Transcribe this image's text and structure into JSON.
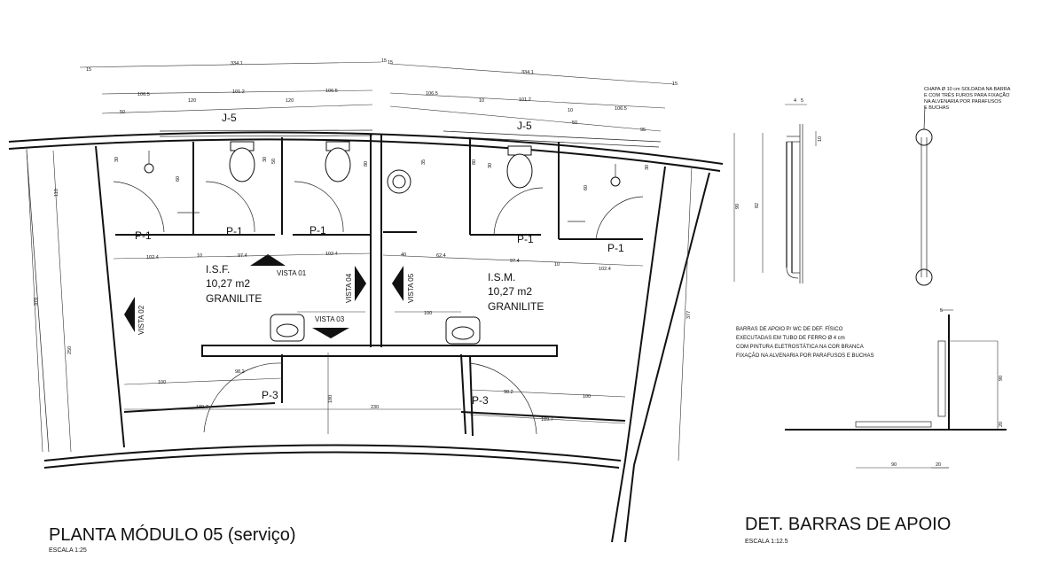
{
  "plan": {
    "title": "PLANTA MÓDULO 05 (serviço)",
    "scale": "ESCALA 1:25",
    "rooms": [
      {
        "name": "I.S.F.",
        "area": "10,27 m2",
        "finish": "GRANILITE"
      },
      {
        "name": "I.S.M.",
        "area": "10,27 m2",
        "finish": "GRANILITE"
      }
    ],
    "doors": [
      "P-1",
      "P-1",
      "P-1",
      "P-1",
      "P-1",
      "P-3",
      "P-3"
    ],
    "windows": [
      "J-5",
      "J-5"
    ],
    "views": [
      "VISTA 01",
      "VISTA 02",
      "VISTA 03",
      "VISTA 04",
      "VISTA 05"
    ],
    "dims_top": [
      "334.1",
      "334.1",
      "15",
      "15",
      "15",
      "15",
      "106.5",
      "101.2",
      "106.5",
      "106.5",
      "101.2",
      "106.5",
      "120",
      "120",
      "50",
      "95",
      "50",
      "10",
      "10"
    ],
    "dims_mid": [
      "102.4",
      "97.4",
      "102.4",
      "40",
      "62.4",
      "97.4",
      "102.4",
      "10",
      "10"
    ],
    "dims_low": [
      "100",
      "98.2",
      "189.7",
      "230",
      "180",
      "98.2",
      "100",
      "189.7",
      "100"
    ],
    "dims_side": [
      "370",
      "110",
      "250",
      "30",
      "30",
      "60",
      "80",
      "50",
      "35",
      "30",
      "60",
      "30",
      "80",
      "377"
    ]
  },
  "detail": {
    "title": "DET. BARRAS DE APOIO",
    "scale": "ESCALA 1:12.5",
    "note_top": [
      "CHAPA Ø 10 cm SOLDADA NA BARRA",
      "E COM TRÊS FUROS PARA FIXAÇÃO",
      "NA ALVENARIA POR PARAFUSOS",
      "E BUCHAS"
    ],
    "note_mid": [
      "BARRAS DE APOIO P/ WC DE DEF. FÍSICO",
      "EXECUTADAS EM TUBO DE FERRO Ø 4 cm",
      "COM PINTURA ELETROSTÁTICA NA COR BRANCA",
      "FIXAÇÃO NA ALVENARIA POR PARAFUSOS E BUCHAS"
    ],
    "dims": [
      "4",
      "5",
      "10",
      "90",
      "82",
      "5",
      "90",
      "20",
      "90",
      "20"
    ]
  }
}
